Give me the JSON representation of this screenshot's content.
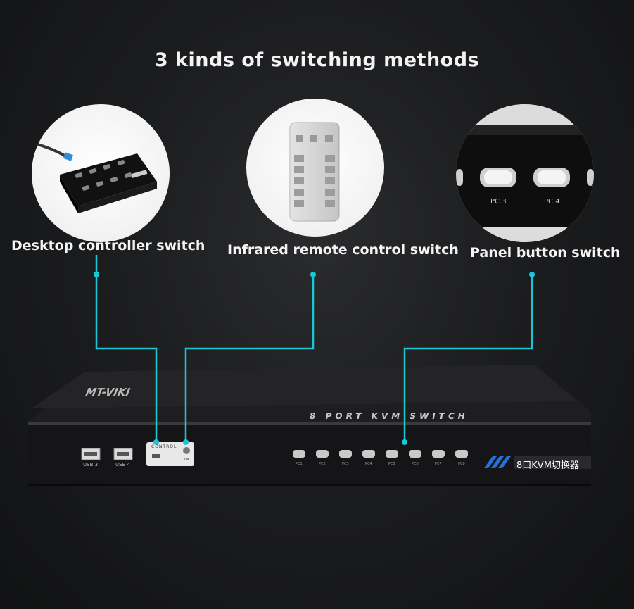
{
  "title": "3 kinds of switching methods",
  "methods": [
    {
      "label": "Desktop controller switch"
    },
    {
      "label": "Infrared remote control switch"
    },
    {
      "label": "Panel button switch"
    }
  ],
  "panel_closeup": {
    "buttons": [
      "PC 3",
      "PC 4"
    ]
  },
  "device": {
    "brand": "MT-VIKI",
    "ports_label": "8 PORT KVM SWITCH",
    "model_badge": "8口KVM切换器",
    "usb_ports": [
      "USB 3",
      "USB 4"
    ],
    "control_label": "CONTROL",
    "link_label": "LN",
    "pc_buttons": [
      "PC1",
      "PC2",
      "PC3",
      "PC4",
      "PC5",
      "PC6",
      "PC7",
      "PC8"
    ]
  },
  "colors": {
    "accent": "#19c8d8",
    "background": "#1c1d1f",
    "badge_blue": "#2a6fd6"
  }
}
